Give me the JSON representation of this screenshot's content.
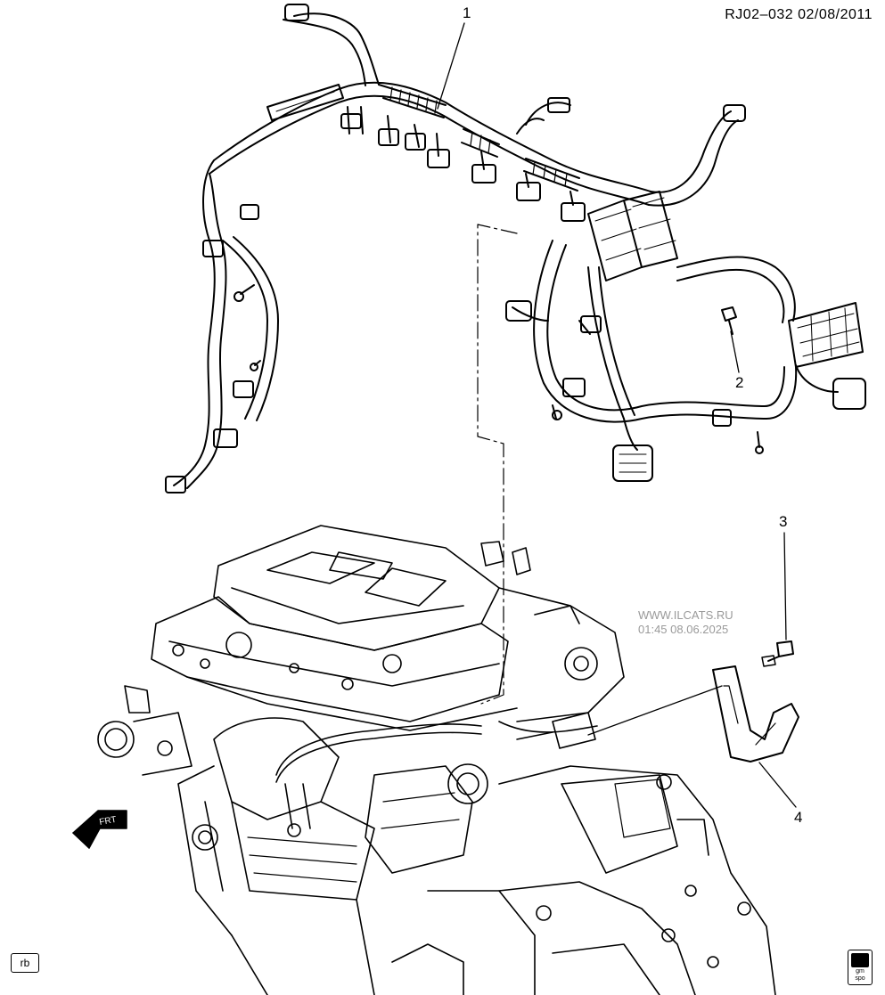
{
  "diagram": {
    "reference": "RJ02–032  02/08/2011",
    "watermark_line1": "WWW.ILCATS.RU",
    "watermark_line2": "01:45 08.06.2025",
    "callouts": [
      "1",
      "2",
      "3",
      "4"
    ],
    "front_arrow_label": "FRT",
    "view_box_label": "rb",
    "logo_text_1": "gm",
    "logo_text_2": "spo"
  }
}
